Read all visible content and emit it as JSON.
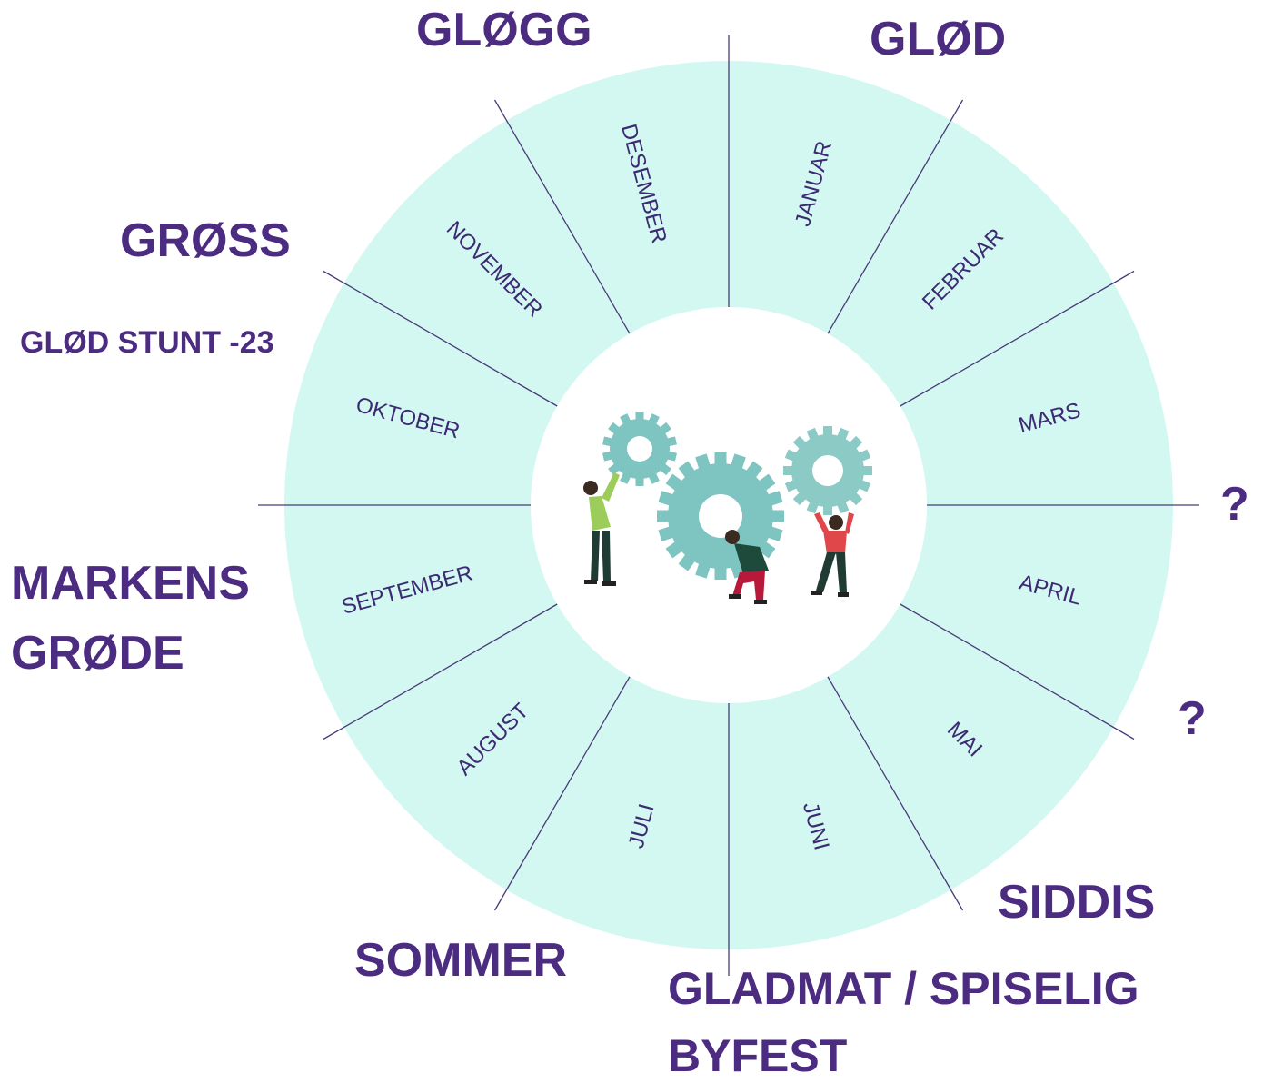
{
  "colors": {
    "ring": "#d3f8f2",
    "lines": "#4a3a7a",
    "text": "#4b2c80",
    "gear": "#7ec4c0"
  },
  "months": [
    "JANUAR",
    "FEBRUAR",
    "MARS",
    "APRIL",
    "MAI",
    "JUNI",
    "JULI",
    "AUGUST",
    "SEPTEMBER",
    "OKTOBER",
    "NOVEMBER",
    "DESEMBER"
  ],
  "events": {
    "glogg": "GLØGG",
    "glod": "GLØD",
    "gross": "GRØSS",
    "glod_stunt": "GLØD STUNT -23",
    "question_1": "?",
    "question_2": "?",
    "markens_line1": "MARKENS",
    "markens_line2": "GRØDE",
    "siddis": "SIDDIS",
    "sommer": "SOMMER",
    "gladmat_line1": "GLADMAT / SPISELIG",
    "gladmat_line2": "BYFEST"
  },
  "center_icon": "teamwork-gears-illustration"
}
